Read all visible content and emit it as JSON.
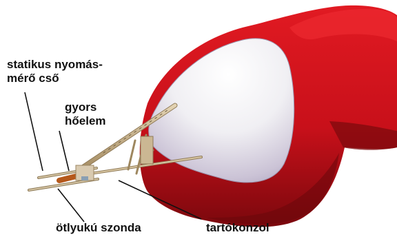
{
  "labels": {
    "static_pressure_tube": [
      "statikus nyomás-",
      "mérő cső"
    ],
    "fast_thermocouple": [
      "gyors",
      "hőelem"
    ],
    "five_hole_probe": "ötlyukú szonda",
    "bracket": "tartókonzol"
  },
  "colors": {
    "body_red": "#c8101a",
    "body_dark_red": "#8a0a10",
    "nose_white": "#f2f2f4",
    "nose_lavender": "#b7adc6",
    "strut_tan": "#c7b08a",
    "probe_tip_orange": "#b5581b",
    "leader_line": "#111111"
  },
  "icons": [
    "fuselage-body",
    "nose-cone",
    "probe-strut-assembly"
  ]
}
